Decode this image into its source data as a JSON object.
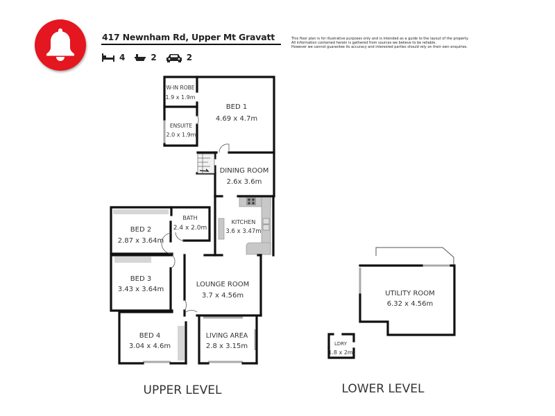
{
  "header": {
    "logo_icon": "bell-icon",
    "logo_color": "#e4161f",
    "address": "417 Newnham Rd, Upper Mt Gravatt",
    "features": [
      {
        "icon": "bed-icon",
        "count": "4"
      },
      {
        "icon": "bath-icon",
        "count": "2"
      },
      {
        "icon": "car-icon",
        "count": "2"
      }
    ]
  },
  "disclaimer": [
    "This floor plan is for illustrative purposes only and is intended as a guide to the layout of the property.",
    "All information contained herein is gathered from sources we believe to be reliable.",
    "However we cannot guarantee its accuracy and interested parties should rely on their own enquiries."
  ],
  "upper_level": {
    "title": "UPPER LEVEL",
    "rooms": {
      "walkin_robe": {
        "name": "W-IN ROBE",
        "size": "1.9 x 1.9m"
      },
      "ensuite": {
        "name": "ENSUITE",
        "size": "2.0 x 1.9m"
      },
      "bed1": {
        "name": "BED 1",
        "size": "4.69 x 4.7m"
      },
      "dining": {
        "name": "DINING ROOM",
        "size": "2.6x 3.6m"
      },
      "kitchen": {
        "name": "KITCHEN",
        "size": "3.6 x 3.47m"
      },
      "bath": {
        "name": "BATH",
        "size": "2.4 x 2.0m"
      },
      "bed2": {
        "name": "BED 2",
        "size": "2.87 x 3.64m"
      },
      "bed3": {
        "name": "BED 3",
        "size": "3.43 x 3.64m"
      },
      "lounge": {
        "name": "LOUNGE ROOM",
        "size": "3.7 x 4.56m"
      },
      "bed4": {
        "name": "BED 4",
        "size": "3.04 x 4.6m"
      },
      "living": {
        "name": "LIVING AREA",
        "size": "2.8 x 3.15m"
      }
    }
  },
  "lower_level": {
    "title": "LOWER LEVEL",
    "rooms": {
      "utility": {
        "name": "UTILITY ROOM",
        "size": "6.32 x 4.56m"
      },
      "laundry": {
        "name": "LDRY",
        "size": "1.8 x 2m"
      }
    }
  }
}
